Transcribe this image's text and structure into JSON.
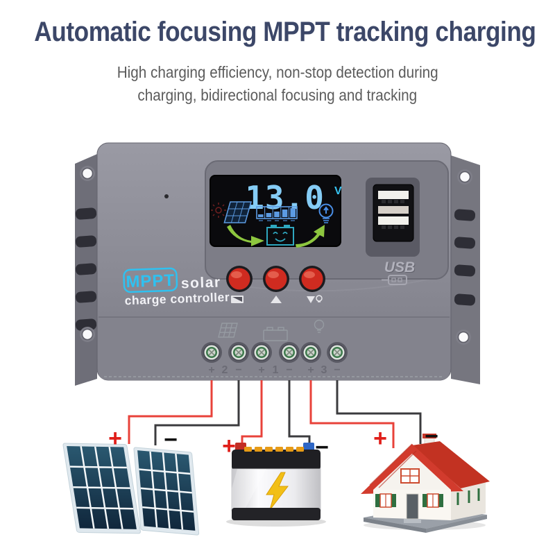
{
  "header": {
    "title": "Automatic focusing MPPT tracking charging",
    "title_color": "#3c4768",
    "subtitle_line1": "High charging efficiency, non-stop detection during",
    "subtitle_line2": "charging, bidirectional focusing and tracking"
  },
  "controller": {
    "body_color": "#8a8a94",
    "display": {
      "voltage_value": "13.0",
      "voltage_unit": "V",
      "digit_color": "#85ccf5",
      "icons": [
        "sun-icon",
        "solar-panel-icon",
        "battery-level-gauge",
        "bulb-icon",
        "charge-arrow-left",
        "smiley-battery-icon",
        "discharge-arrow-right"
      ],
      "arrow_color": "#8dc63f",
      "icon_color": "#5c9be2"
    },
    "brand": {
      "logo_text": "MPPT",
      "logo_color": "#2fc1f0",
      "name_line1": "solar",
      "name_line2": "charge controller"
    },
    "buttons": [
      {
        "icon": "battery-select-icon"
      },
      {
        "icon": "up-arrow-icon"
      },
      {
        "icon": "down-arrow-bulb-icon"
      }
    ],
    "button_color": "#cf2b20",
    "usb": {
      "label": "USB",
      "ports": 2
    },
    "terminals": {
      "groups": [
        {
          "icon": "solar-panel-icon",
          "positive": "+",
          "number": "2",
          "negative": "−"
        },
        {
          "icon": "battery-icon",
          "positive": "+",
          "number": "1",
          "negative": "−"
        },
        {
          "icon": "bulb-icon",
          "positive": "+",
          "number": "3",
          "negative": "−"
        }
      ]
    }
  },
  "wiring": {
    "wire_positive_color": "#e8423a",
    "wire_negative_color": "#3b3b3e",
    "loads": [
      {
        "name": "solar-panels",
        "plus": "+",
        "minus": "−"
      },
      {
        "name": "battery",
        "plus": "+",
        "minus": "−"
      },
      {
        "name": "house",
        "plus": "+",
        "minus": "−"
      }
    ]
  }
}
